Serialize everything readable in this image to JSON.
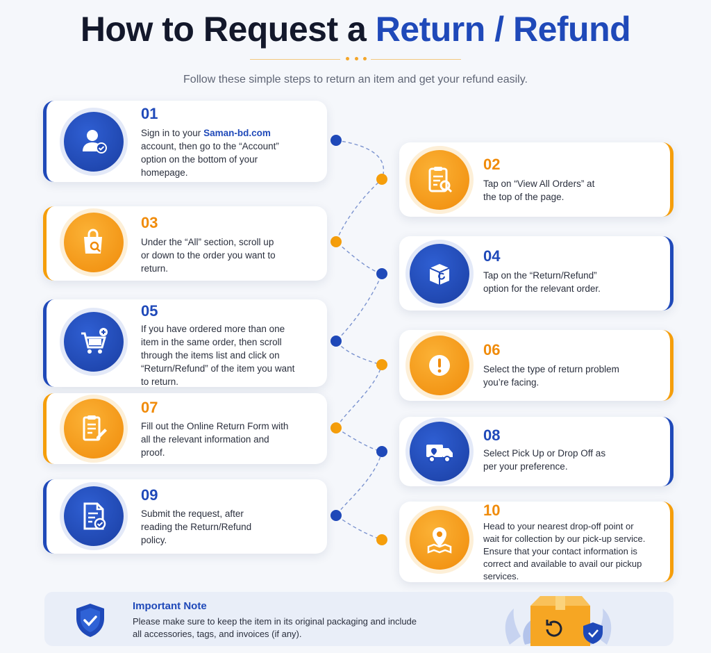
{
  "header": {
    "title_main": "How to Request a ",
    "title_accent": "Return / Refund",
    "subtitle": "Follow these simple steps to return an item and get your refund easily."
  },
  "steps": [
    {
      "number": "01",
      "icon": "user-check-icon",
      "text_before": "Sign in to your ",
      "link": "Saman-bd.com",
      "text_after": " account, then go to the “Account” option on the bottom of your homepage."
    },
    {
      "number": "02",
      "icon": "clipboard-search-icon",
      "text": "Tap on “View All Orders” at the top of the page."
    },
    {
      "number": "03",
      "icon": "shopping-bag-search-icon",
      "text": "Under the “All” section, scroll up or down to the order you want to return."
    },
    {
      "number": "04",
      "icon": "return-box-icon",
      "text": "Tap on the “Return/Refund” option for the relevant order."
    },
    {
      "number": "05",
      "icon": "cart-plus-icon",
      "text": "If you have ordered more than one item in the same order, then scroll through the items list and click on “Return/Refund” of the item you want to return."
    },
    {
      "number": "06",
      "icon": "alert-icon",
      "text": "Select the type of return problem you’re facing."
    },
    {
      "number": "07",
      "icon": "form-pen-icon",
      "text": "Fill out the Online Return Form with all the relevant information and proof."
    },
    {
      "number": "08",
      "icon": "delivery-truck-icon",
      "text": "Select Pick Up or Drop Off as per your preference."
    },
    {
      "number": "09",
      "icon": "document-check-icon",
      "text": "Submit the request, after reading the Return/Refund policy."
    },
    {
      "number": "10",
      "icon": "map-pin-icon",
      "text": "Head to your nearest drop-off point or wait for collection by our pick-up service. Ensure that your contact information is correct and available to avail our pickup services."
    }
  ],
  "note": {
    "title": "Important Note",
    "text": "Please make sure to keep the item in its original packaging and include all accessories, tags, and invoices (if any)."
  },
  "colors": {
    "blue": "#1f49b9",
    "orange": "#f59e0b"
  }
}
